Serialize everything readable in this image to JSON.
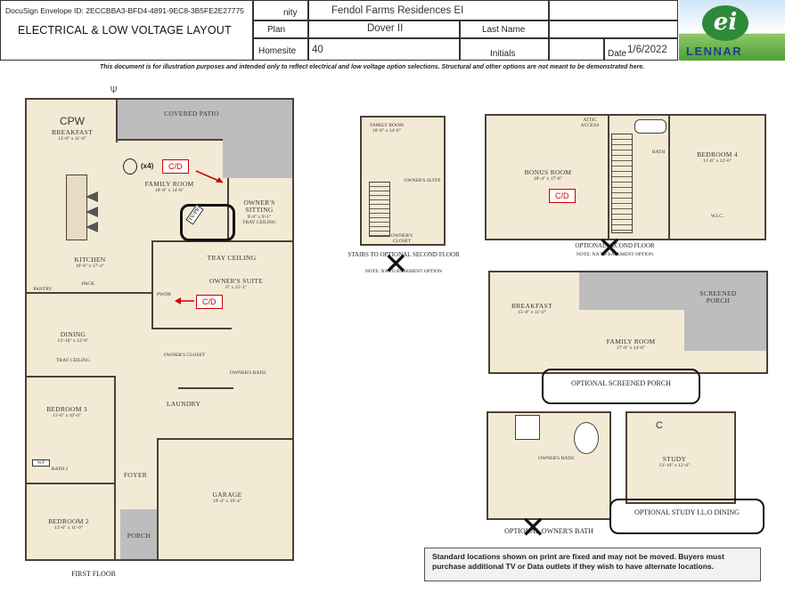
{
  "header": {
    "envelope_id": "DocuSign Envelope ID: 2ECCBBA3-BFD4-4891-9EC8-3B5FE2E27775",
    "title": "ELECTRICAL & LOW VOLTAGE LAYOUT",
    "community_label": "nity",
    "community_value": "Fendol Farms Residences EI",
    "plan_label": "Plan",
    "plan_value": "Dover II",
    "last_name_label": "Last Name",
    "homesite_label": "Homesite",
    "homesite_value": "40",
    "initials_label": "Initials",
    "date_label": "Date",
    "date_value": "1/6/2022"
  },
  "logo": {
    "mark": "ei",
    "brand": "LENNAR",
    "colors": {
      "sky": "#3b8fd4",
      "grass": "#5aa83c",
      "text": "#1e3f8a"
    }
  },
  "disclaimer": "This document is for illustration purposes and intended only to reflect electrical and low voltage option selections.  Structural and other options are not meant to be demonstrated here.",
  "first_floor": {
    "caption": "FIRST FLOOR",
    "rooms": {
      "cpw": "CPW",
      "breakfast": "BREAKFAST",
      "breakfast_dim": "13'-0\" x 11'-0\"",
      "covered_patio": "COVERED PATIO",
      "family_room": "FAMILY ROOM",
      "family_room_dim": "18'-8\" x 14'-8\"",
      "owners_sitting": "OWNER'S SITTING",
      "owners_sitting_dim": "9'-8\" x 9'-1\"",
      "tray_ceiling_1": "TRAY CEILING",
      "kitchen": "KITCHEN",
      "kitchen_dim": "10'-6\" x 17'-4\"",
      "tray_ceiling_2": "TRAY CEILING",
      "owners_suite": "OWNER'S SUITE",
      "owners_suite_dim": "0\" x 15'-3\"",
      "pwdr": "PWDR",
      "dining": "DINING",
      "dining_dim": "13'-10\" x 12'-0\"",
      "tray_ceiling_3": "TRAY CEILING",
      "owners_closet": "OWNER'S CLOSET",
      "owners_bath": "OWNER'S BATH",
      "bedroom3": "BEDROOM 3",
      "bedroom3_dim": "11'-6\" x 10'-0\"",
      "laundry": "LAUNDRY",
      "bath2": "BATH 2",
      "foyer": "FOYER",
      "garage": "GARAGE",
      "garage_dim": "19'-4\" x 19'-4\"",
      "bedroom2": "BEDROOM 2",
      "bedroom2_dim": "12'-0\" x 11'-0\"",
      "porch": "PORCH",
      "pantry": "PANTRY",
      "pack": "PACK",
      "wp": "WP",
      "tvpr": "TV/PR"
    },
    "markers": {
      "fan_count": "(x4)",
      "cd1": "C/D",
      "cd2": "C/D"
    }
  },
  "stairs": {
    "family_room": "FAMILY ROOM",
    "family_room_dim": "18'-8\" x 14'-8\"",
    "owners_suite": "OWNER'S SUITE",
    "owners_closet": "OWNER'S CLOSET",
    "caption1": "STAIRS TO OPTIONAL SECOND FLOOR",
    "caption2": "NOTE: NA TO BASEMENT OPTION"
  },
  "second_floor": {
    "bonus_room": "BONUS ROOM",
    "bonus_dim": "18'-4\" x 17'-8\"",
    "bath": "BATH",
    "bedroom4": "BEDROOM 4",
    "bedroom4_dim": "11'-6\" x 12'-6\"",
    "wic": "W.I.C.",
    "attic": "ATTIC ACCESS",
    "cd": "C/D",
    "caption1": "OPTIONAL SECOND FLOOR",
    "caption2": "NOTE: NA TO BASEMENT OPTION"
  },
  "screened_porch": {
    "breakfast": "BREAKFAST",
    "breakfast_dim": "15'-8\" x 11'-0\"",
    "family_room": "FAMILY ROOM",
    "family_room_dim": "17'-8\" x 14'-8\"",
    "screened": "SCREENED PORCH",
    "caption": "OPTIONAL SCREENED PORCH"
  },
  "owners_bath_opt": {
    "label": "OWNER'S BATH",
    "caption": "OPTIONAL OWNER'S BATH"
  },
  "study_opt": {
    "c": "C",
    "study": "STUDY",
    "study_dim": "13'-10\" x 12'-0\"",
    "caption": "OPTIONAL STUDY I.L.O DINING"
  },
  "bottom_note": "Standard locations shown on print are fixed and may not be moved. Buyers must purchase additional TV or Data outlets if they wish to have alternate locations."
}
